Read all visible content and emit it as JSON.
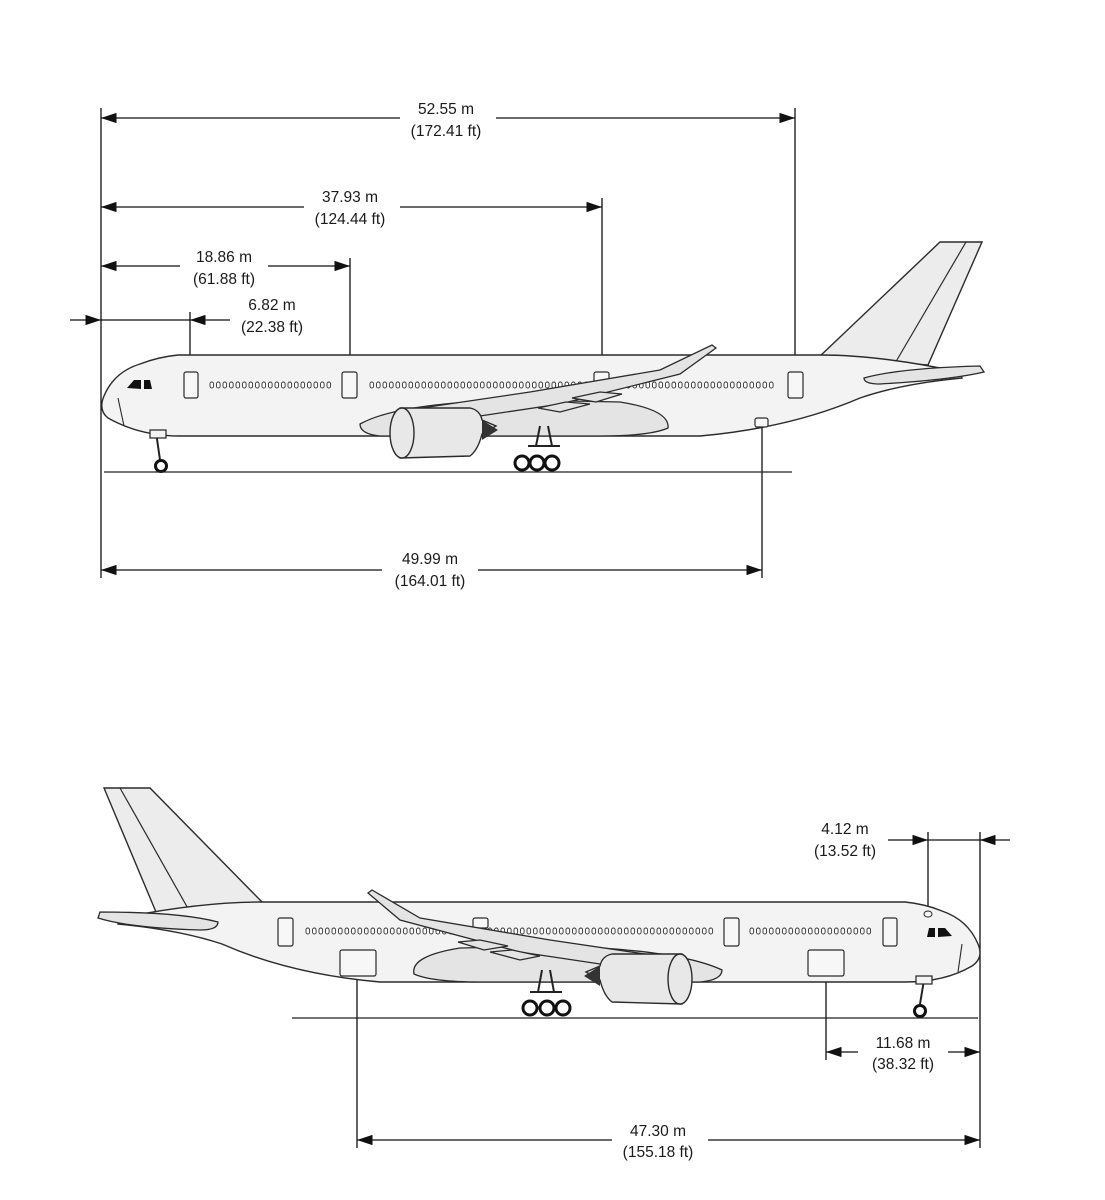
{
  "top_view": {
    "dims": {
      "overall_length": {
        "metric": "52.55 m",
        "imperial": "(172.41 ft)"
      },
      "door3_position": {
        "metric": "37.93 m",
        "imperial": "(124.44 ft)"
      },
      "door2_position": {
        "metric": "18.86 m",
        "imperial": "(61.88 ft)"
      },
      "door1_position": {
        "metric": "6.82 m",
        "imperial": "(22.38 ft)"
      },
      "aft_hatch_position": {
        "metric": "49.99 m",
        "imperial": "(164.01 ft)"
      }
    }
  },
  "bottom_view": {
    "dims": {
      "cockpit_window_position": {
        "metric": "4.12 m",
        "imperial": "(13.52 ft)"
      },
      "fwd_cargo_door_position": {
        "metric": "11.68 m",
        "imperial": "(38.32 ft)"
      },
      "aft_cargo_door_position": {
        "metric": "47.30 m",
        "imperial": "(155.18 ft)"
      }
    }
  },
  "colors": {
    "line": "#111111",
    "fuselage": "#f3f3f3",
    "background": "#ffffff"
  }
}
